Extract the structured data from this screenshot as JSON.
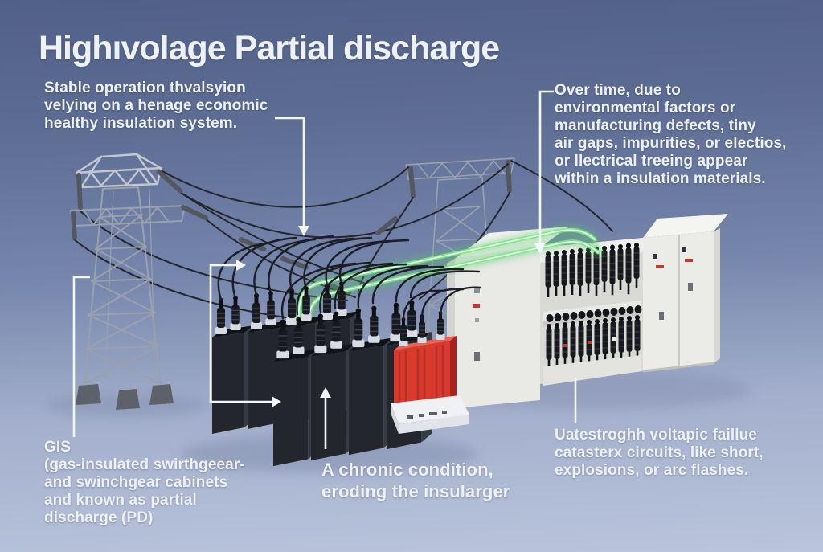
{
  "title": "Highıvolage Partial discharge",
  "annotations": {
    "stable_operation": {
      "lines": [
        "Stable operation thvalsyion",
        "velying on a henage economic",
        "healthy insulation system."
      ]
    },
    "over_time": {
      "lines": [
        "Over time, due to",
        "environmental factors or",
        "manufacturing defects, tiny",
        "air gaps, impurities, or electios,",
        "or llectrical treeing appear",
        "within a insulation materials."
      ]
    },
    "gis": {
      "lines": [
        "GIS",
        "(gas-insulated swirthgeear-",
        "and swinchgear cabinets",
        "and known as partial",
        "discharge (PD)"
      ]
    },
    "chronic": {
      "lines": [
        "A chronic condition,",
        "eroding the insularger"
      ]
    },
    "failure": {
      "lines": [
        "Uatestroghh voltapic faillue",
        "catasterx circuits, like short,",
        "explosions, or arc flashes."
      ]
    }
  },
  "scene": {
    "objects": [
      "transmission-tower-left",
      "transmission-tower-back",
      "power-lines",
      "capacitor-bank-dark",
      "capacitor-units-red",
      "control-base-unit",
      "switchgear-cabinet",
      "insulator-racks",
      "green-energized-cables",
      "annotation-connectors"
    ]
  },
  "colors": {
    "sky_top": "#516087",
    "sky_bottom": "#bac4dc",
    "text": "#eef2f8",
    "green_glow": "#7ee887",
    "cable_dark": "#23262d",
    "tower_gray": "#9aa1ad",
    "capacitor_dark": "#23262d",
    "red_unit": "#d93a2e",
    "cabinet_light": "#e9e9e6",
    "connector": "#f3f6fa"
  }
}
